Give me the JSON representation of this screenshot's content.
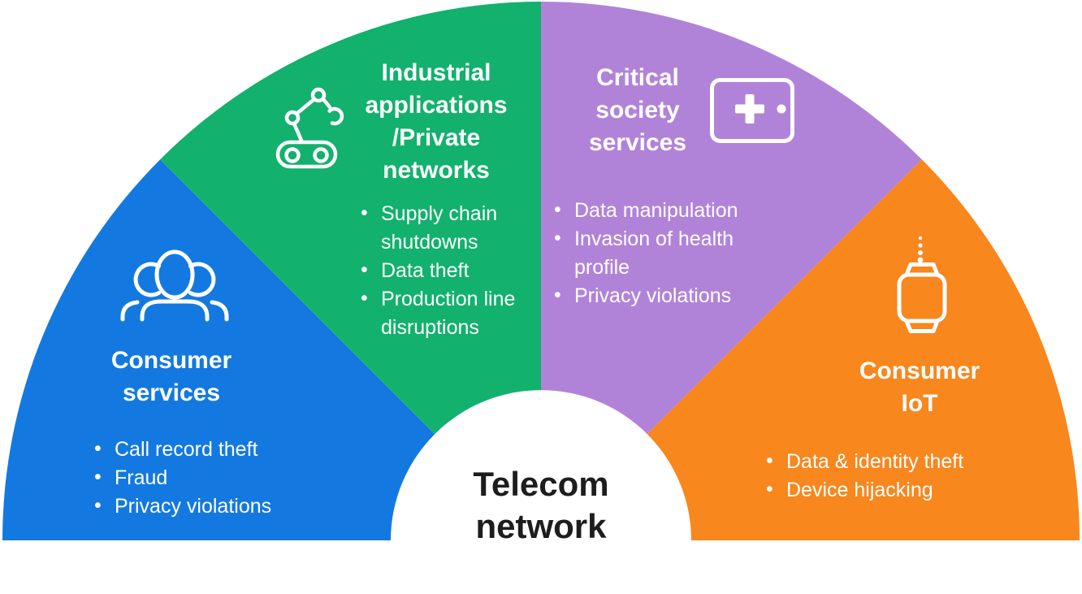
{
  "diagram": {
    "center_label": "Telecom\nnetwork",
    "colors": {
      "blue": "#1379e0",
      "green": "#12b16d",
      "purple": "#b183d8",
      "orange": "#f8871d",
      "center_text": "#1d1d1d"
    },
    "sections": [
      {
        "id": "consumer-services",
        "title": "Consumer\nservices",
        "icon": "people-group-icon",
        "color": "#1379e0",
        "bullets": [
          "Call record theft",
          "Fraud",
          "Privacy violations"
        ]
      },
      {
        "id": "industrial-private-networks",
        "title": "Industrial\napplications\n/Private\nnetworks",
        "icon": "robot-arm-icon",
        "color": "#12b16d",
        "bullets": [
          "Supply chain shutdowns",
          "Data theft",
          "Production line disruptions"
        ]
      },
      {
        "id": "critical-society-services",
        "title": "Critical\nsociety\nservices",
        "icon": "medical-device-icon",
        "color": "#b183d8",
        "bullets": [
          "Data manipulation",
          "Invasion of health profile",
          "Privacy violations"
        ]
      },
      {
        "id": "consumer-iot",
        "title": "Consumer\nIoT",
        "icon": "smartwatch-icon",
        "color": "#f8871d",
        "bullets": [
          "Data & identity theft",
          "Device hijacking"
        ]
      }
    ]
  }
}
